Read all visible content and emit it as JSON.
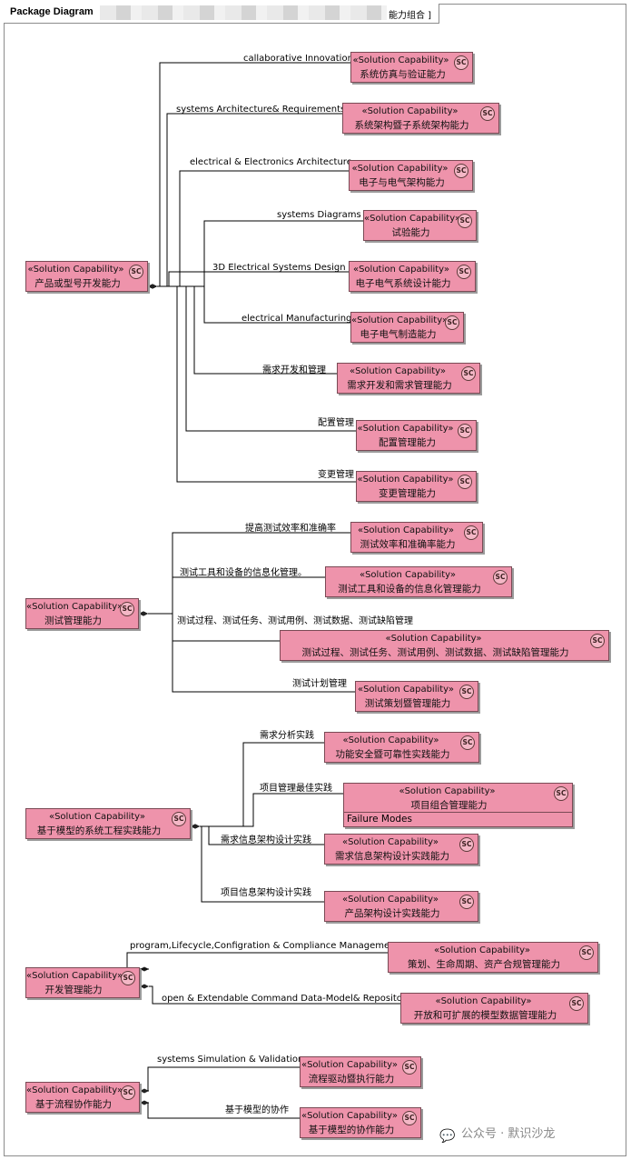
{
  "diagram": {
    "tab_label": "Package Diagram",
    "tab_title_tail": "能力组合 ]",
    "stereotype": "«Solution Capability»",
    "sc_icon_text": "SC",
    "line_color": "#000000",
    "block_color": "#ee93ab"
  },
  "groups": [
    {
      "parent": "产品或型号开发能力",
      "children": [
        {
          "connector": "callaborative Innovation",
          "block": "系统仿真与验证能力"
        },
        {
          "connector": "systems Architecture& Requirements",
          "block": "系统架构暨子系统架构能力"
        },
        {
          "connector": "electrical & Electronics Architecture",
          "block": "电子与电气架构能力"
        },
        {
          "connector": "systems Diagrams",
          "block": "试验能力"
        },
        {
          "connector": "3D Electrical Systems Design",
          "block": "电子电气系统设计能力"
        },
        {
          "connector": "electrical Manufacturing",
          "block": "电子电气制造能力"
        },
        {
          "connector": "需求开发和管理",
          "block": "需求开发和需求管理能力"
        },
        {
          "connector": "配置管理",
          "block": "配置管理能力"
        },
        {
          "connector": "变更管理",
          "block": "变更管理能力"
        }
      ]
    },
    {
      "parent": "测试管理能力",
      "children": [
        {
          "connector": "提高测试效率和准确率",
          "block": "测试效率和准确率能力"
        },
        {
          "connector": "测试工具和设备的信息化管理。",
          "block": "测试工具和设备的信息化管理能力"
        },
        {
          "connector": "测试过程、测试任务、测试用例、测试数据、测试缺陷管理",
          "block": "测试过程、测试任务、测试用例、测试数据、测试缺陷管理能力"
        },
        {
          "connector": "测试计划管理",
          "block": "测试策划暨管理能力"
        }
      ]
    },
    {
      "parent": "基于模型的系统工程实践能力",
      "children": [
        {
          "connector": "需求分析实践",
          "block": "功能安全暨可靠性实践能力"
        },
        {
          "connector": "项目管理最佳实践",
          "block": "项目组合管理能力",
          "compartment": "Failure Modes"
        },
        {
          "connector": "需求信息架构设计实践",
          "block": "需求信息架构设计实践能力"
        },
        {
          "connector": "项目信息架构设计实践",
          "block": "产品架构设计实践能力"
        }
      ]
    },
    {
      "parent": "开发管理能力",
      "children": [
        {
          "connector": "program,Lifecycle,Configration & Compliance Management",
          "block": "策划、生命周期、资产合规管理能力"
        },
        {
          "connector": "open & Extendable Command Data-Model& Repository",
          "block": "开放和可扩展的模型数据管理能力"
        }
      ]
    },
    {
      "parent": "基于流程协作能力",
      "children": [
        {
          "connector": "systems Simulation & Validation",
          "block": "流程驱动暨执行能力"
        },
        {
          "connector": "基于模型的协作",
          "block": "基于模型的协作能力"
        }
      ]
    }
  ],
  "watermark": {
    "text": "公众号 · 默识沙龙",
    "icon": "wechat-icon"
  }
}
